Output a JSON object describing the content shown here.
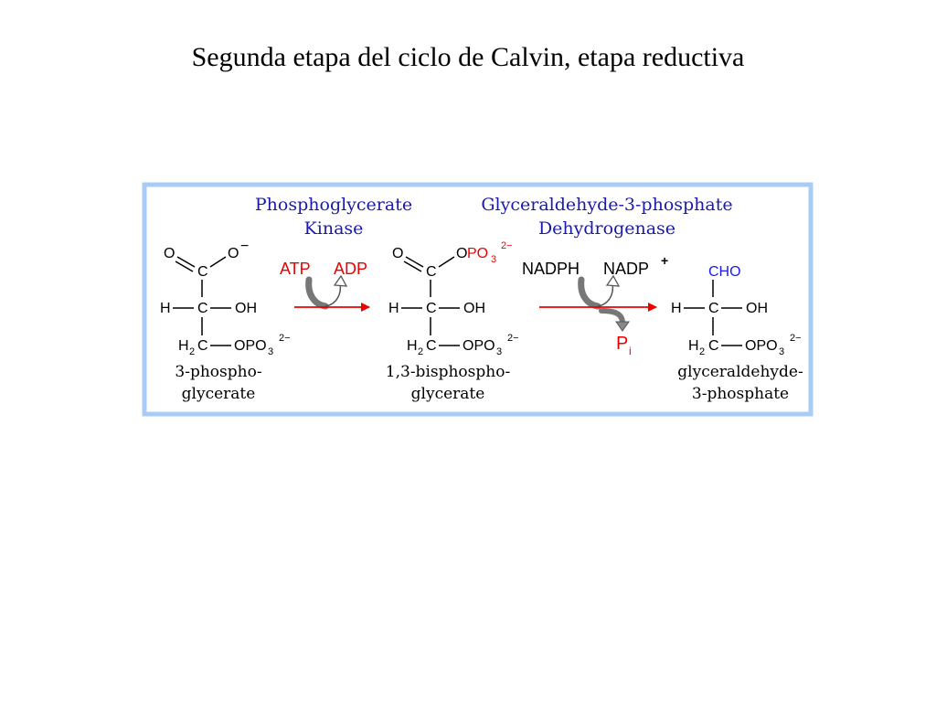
{
  "slide": {
    "title": "Segunda etapa del ciclo de Calvin, etapa reductiva"
  },
  "diagram": {
    "enzymes": {
      "kinase_line1": "Phosphoglycerate",
      "kinase_line2": "Kinase",
      "dehydrogenase_line1": "Glyceraldehyde-3-phosphate",
      "dehydrogenase_line2": "Dehydrogenase"
    },
    "step1": {
      "in": "ATP",
      "out": "ADP"
    },
    "step2": {
      "in": "NADPH",
      "out": "NADP",
      "out_charge": "+",
      "released": "P",
      "released_sub": "i"
    },
    "molecules": [
      {
        "name_line1": "3-phospho-",
        "name_line2": "glycerate"
      },
      {
        "name_line1": "1,3-bisphospho-",
        "name_line2": "glycerate"
      },
      {
        "name_line1": "glyceraldehyde-",
        "name_line2": "3-phosphate"
      }
    ],
    "atoms": {
      "o": "O",
      "o_minus": "O",
      "minus": "−",
      "c": "C",
      "h": "H",
      "oh": "OH",
      "h2": "H",
      "two": "2",
      "opo3": "OPO",
      "three": "3",
      "charge": "2−",
      "cho": "CHO"
    },
    "colors": {
      "border": "#a8ccf5",
      "enzyme": "#1a1aaa",
      "reaction": "#ee0000",
      "aldehyde": "#1a1aee"
    }
  }
}
